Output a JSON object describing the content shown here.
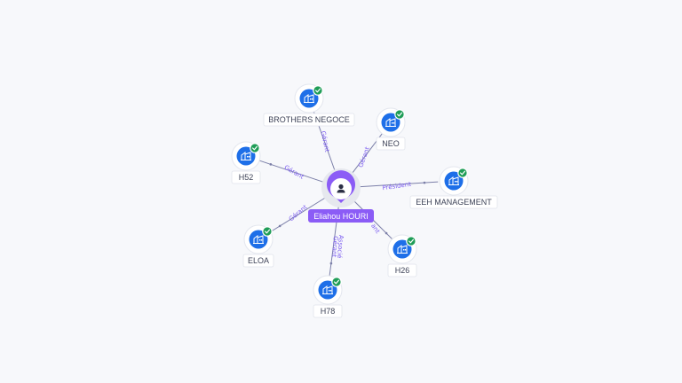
{
  "center": {
    "name": "Eliahou HOURI",
    "icon": "person-icon"
  },
  "companies": [
    {
      "id": "brothers-negoce",
      "name": "BROTHERS NEGOCE",
      "role": "Gérant",
      "icon": "building-icon",
      "status": "verified-check-icon"
    },
    {
      "id": "neo",
      "name": "NEO",
      "role": "Gérant",
      "icon": "building-icon",
      "status": "verified-check-icon"
    },
    {
      "id": "eeh-management",
      "name": "EEH MANAGEMENT",
      "role": "Président",
      "icon": "building-icon",
      "status": "verified-check-icon"
    },
    {
      "id": "h26",
      "name": "H26",
      "role": "ant",
      "icon": "building-icon",
      "status": "verified-check-icon"
    },
    {
      "id": "h78",
      "name": "H78",
      "role": "Gérant Associé",
      "icon": "building-icon",
      "status": "verified-check-icon"
    },
    {
      "id": "eloa",
      "name": "ELOA",
      "role": "Gérant",
      "icon": "building-icon",
      "status": "verified-check-icon"
    },
    {
      "id": "h52",
      "name": "H52",
      "role": "Gérant",
      "icon": "building-icon",
      "status": "verified-check-icon"
    }
  ],
  "colors": {
    "accent": "#8b5cf6",
    "node": "#1e6fe8",
    "verified": "#1f9d57",
    "edge_label": "#7b5cf0"
  }
}
